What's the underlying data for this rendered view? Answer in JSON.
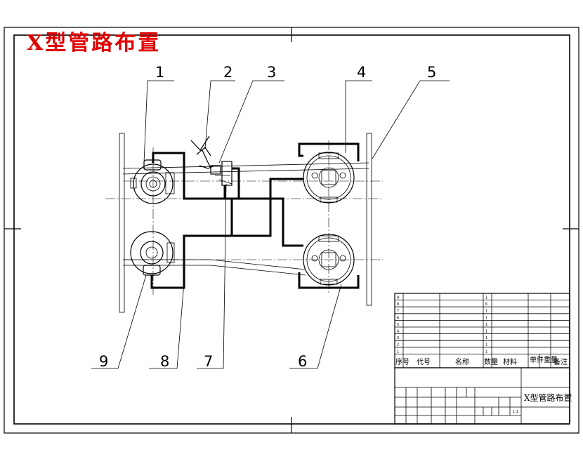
{
  "title": "X型管路布置",
  "callouts": [
    {
      "label": "1"
    },
    {
      "label": "2"
    },
    {
      "label": "3"
    },
    {
      "label": "4"
    },
    {
      "label": "5"
    },
    {
      "label": "6"
    },
    {
      "label": "7"
    },
    {
      "label": "8"
    },
    {
      "label": "9"
    }
  ],
  "parts_table": {
    "rows": [
      {
        "no": "9",
        "qty": "1"
      },
      {
        "no": "8",
        "qty": "6"
      },
      {
        "no": "7",
        "qty": "1"
      },
      {
        "no": "6",
        "qty": "1"
      },
      {
        "no": "5",
        "qty": "1"
      },
      {
        "no": "4",
        "qty": "1"
      },
      {
        "no": "3",
        "qty": "1"
      },
      {
        "no": "2",
        "qty": "1"
      },
      {
        "no": "1",
        "qty": "1"
      }
    ],
    "headers": {
      "no": "序号",
      "code": "代号",
      "name": "名称",
      "qty": "数量",
      "material": "材料",
      "weight": "单件重量",
      "remark": "备注"
    }
  },
  "title_block": {
    "drawing_title": "X型管路布置",
    "scale": "1:1"
  }
}
